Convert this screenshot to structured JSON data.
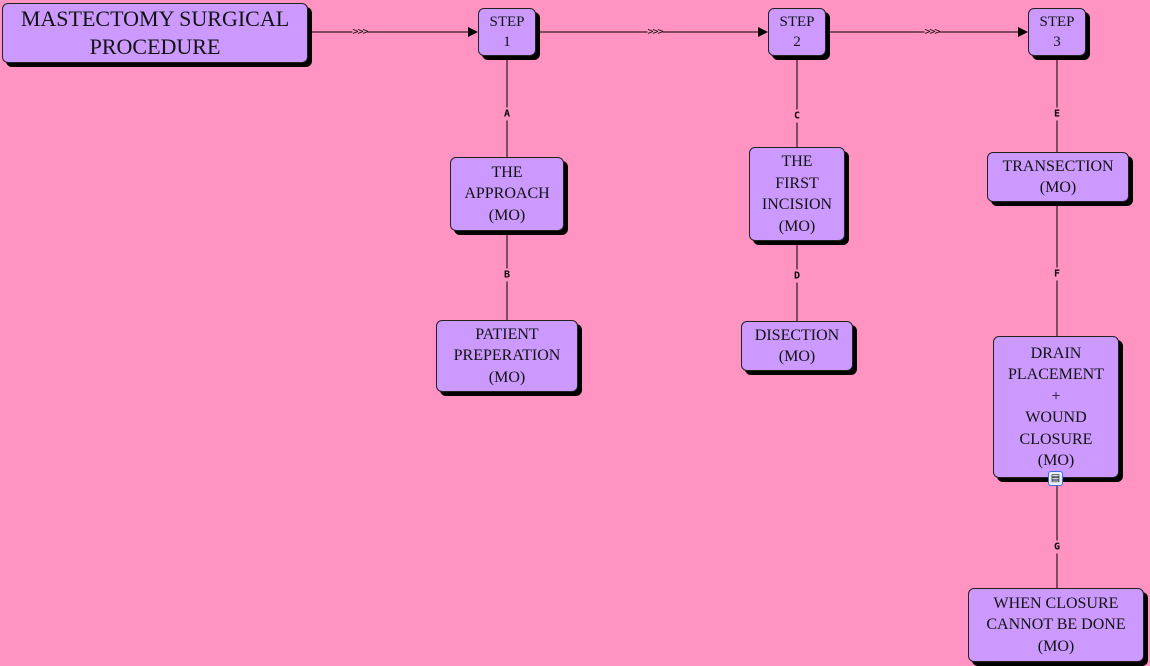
{
  "title": [
    "MASTECTOMY SURGICAL",
    "PROCEDURE"
  ],
  "connector": ">>>",
  "steps": [
    [
      "STEP",
      "1"
    ],
    [
      "STEP",
      "2"
    ],
    [
      "STEP",
      "3"
    ]
  ],
  "labels": {
    "a": "A",
    "b": "B",
    "c": "C",
    "d": "D",
    "e": "E",
    "f": "F",
    "g": "G"
  },
  "nodes": {
    "approach": [
      "THE",
      "APPROACH",
      "(MO)"
    ],
    "patient": [
      "PATIENT",
      "PREPERATION",
      "(MO)"
    ],
    "incision": [
      "THE",
      "FIRST",
      "INCISION",
      "(MO)"
    ],
    "disection": [
      "DISECTION",
      "(MO)"
    ],
    "transection": [
      "TRANSECTION",
      "(MO)"
    ],
    "drain": [
      "DRAIN",
      "PLACEMENT",
      "+",
      "WOUND",
      "CLOSURE",
      "(MO)"
    ],
    "closure": [
      "WHEN CLOSURE",
      "CANNOT BE DONE",
      "(MO)"
    ]
  },
  "colors": {
    "background": "#ff94c2",
    "node": "#cc99ff"
  }
}
